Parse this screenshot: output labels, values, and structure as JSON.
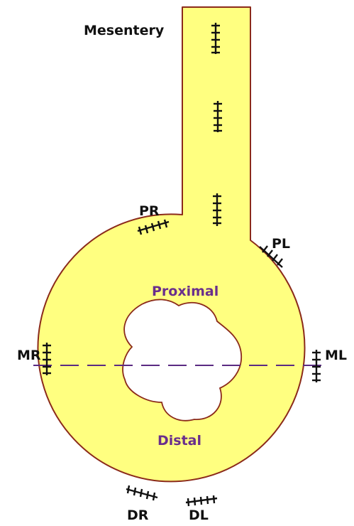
{
  "labels": {
    "mesentery": "Mesentery",
    "proximal": "Proximal",
    "distal": "Distal",
    "pr": "PR",
    "pl": "PL",
    "mr": "MR",
    "ml": "ML",
    "dr": "DR",
    "dl": "DL"
  },
  "colors": {
    "tissue_fill": "#ffff80",
    "tissue_outline": "#8b2a1a",
    "lumen": "#ffffff",
    "axis_line": "#5a2a82",
    "purple_text": "#6a2f8c",
    "marks": "#111111"
  }
}
